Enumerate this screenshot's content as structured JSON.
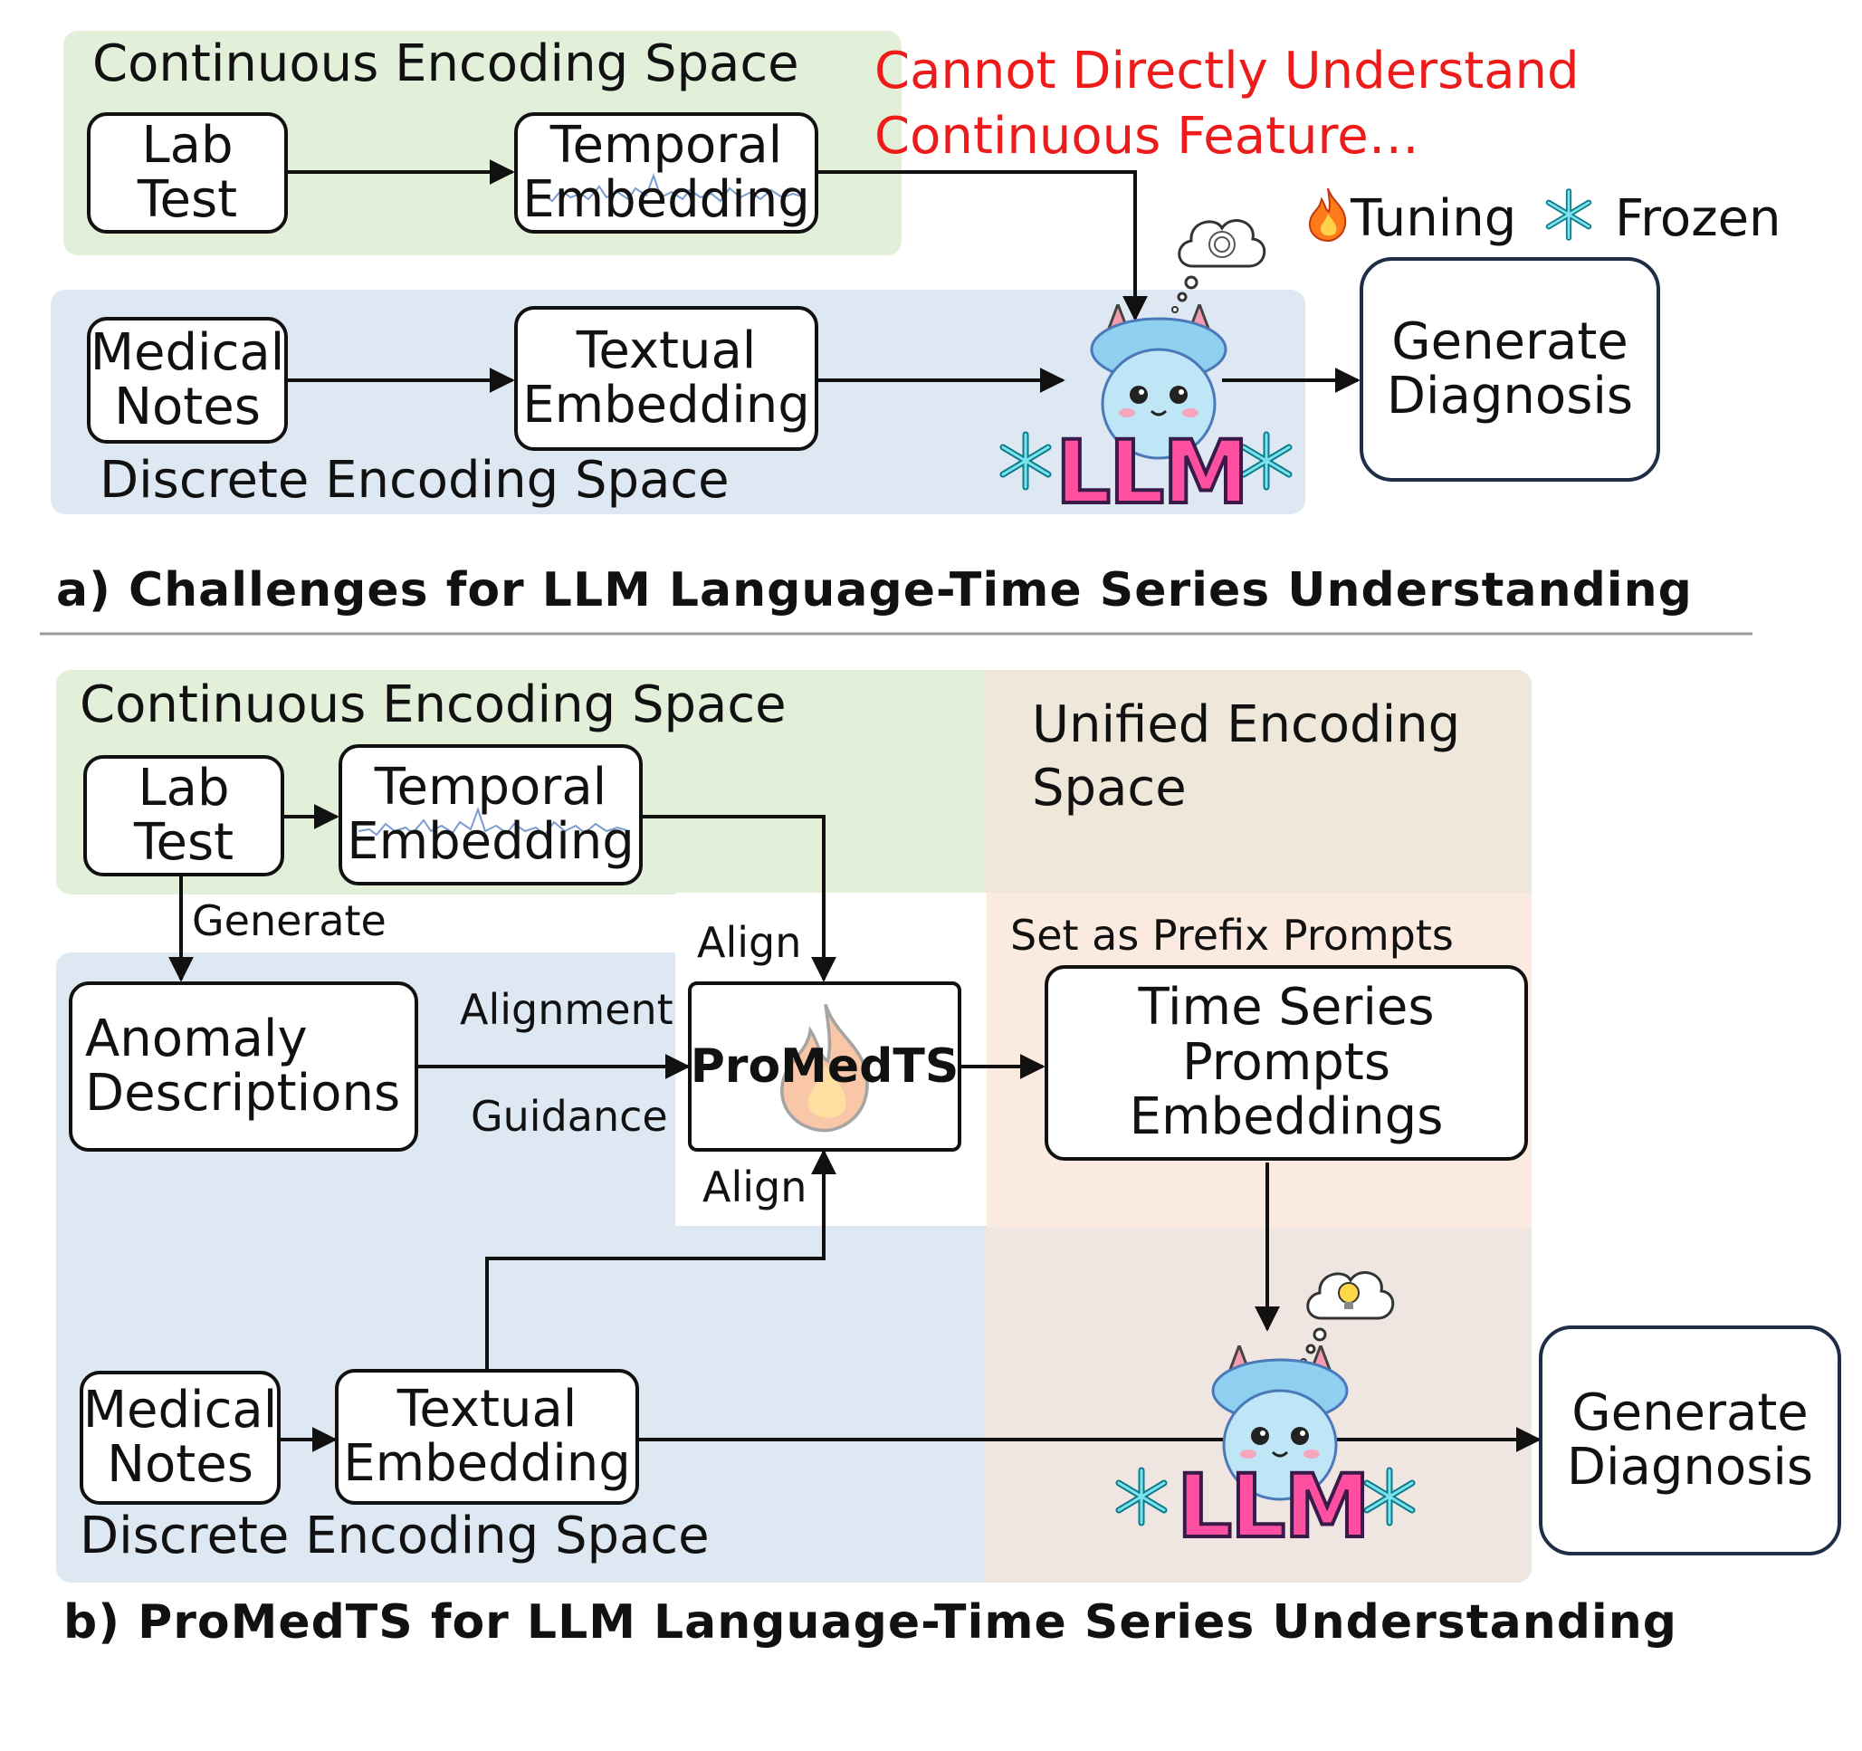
{
  "panel_a": {
    "continuous_space": "Continuous Encoding Space",
    "discrete_space": "Discrete Encoding Space",
    "lab_test": [
      "Lab",
      "Test"
    ],
    "temporal_embedding": [
      "Temporal",
      "Embedding"
    ],
    "medical_notes": [
      "Medical",
      "Notes"
    ],
    "textual_embedding": [
      "Textual",
      "Embedding"
    ],
    "warning": [
      "Cannot Directly Understand",
      "Continuous Feature…"
    ],
    "generate_diagnosis": [
      "Generate",
      "Diagnosis"
    ],
    "llm": "LLM",
    "caption": "a) Challenges for LLM Language-Time Series Understanding"
  },
  "legend": {
    "tuning": "Tuning",
    "frozen": "Frozen"
  },
  "panel_b": {
    "continuous_space": "Continuous Encoding Space",
    "unified_space": [
      "Unified Encoding",
      "Space"
    ],
    "discrete_space": "Discrete Encoding Space",
    "lab_test": [
      "Lab",
      "Test"
    ],
    "temporal_embedding": [
      "Temporal",
      "Embedding"
    ],
    "generate": "Generate",
    "anomaly_descriptions": [
      "Anomaly",
      "Descriptions"
    ],
    "alignment": "Alignment",
    "guidance": "Guidance",
    "align_top": "Align",
    "align_bottom": "Align",
    "promedts": "ProMedTS",
    "prefix_prompts": "Set as Prefix Prompts",
    "ts_prompts": [
      "Time Series",
      "Prompts",
      "Embeddings"
    ],
    "medical_notes": [
      "Medical",
      "Notes"
    ],
    "textual_embedding": [
      "Textual",
      "Embedding"
    ],
    "generate_diagnosis": [
      "Generate",
      "Diagnosis"
    ],
    "llm": "LLM",
    "caption": "b) ProMedTS for LLM Language-Time Series Understanding"
  },
  "colors": {
    "warning": "#ee1b1b",
    "divider": "#999999"
  }
}
